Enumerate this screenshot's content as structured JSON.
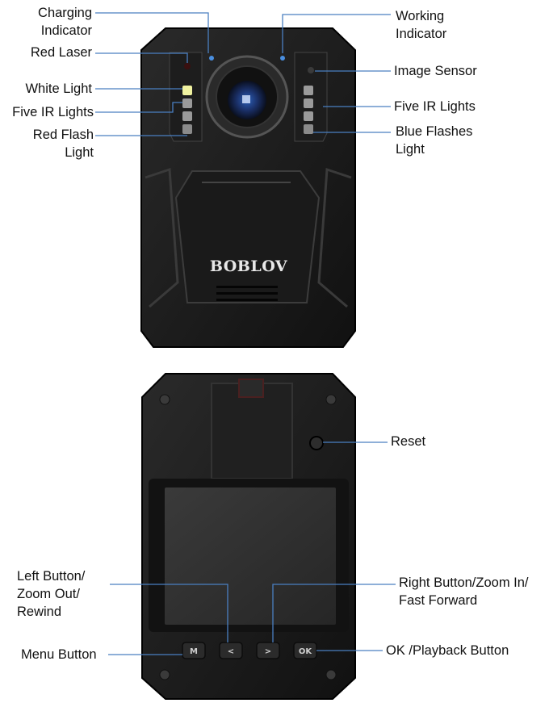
{
  "brand": "BOBLOV",
  "front_labels": {
    "charging_indicator": "Charging\nIndicator",
    "red_laser": "Red Laser",
    "white_light": "White Light",
    "five_ir_lights_left": "Five IR Lights",
    "red_flash_light": "Red Flash\nLight",
    "working_indicator": "Working\nIndicator",
    "image_sensor": "Image Sensor",
    "five_ir_lights_right": "Five IR Lights",
    "blue_flashes_light": "Blue Flashes\nLight"
  },
  "back_labels": {
    "reset": "Reset",
    "left_button": "Left Button/\nZoom Out/\nRewind",
    "right_button": "Right Button/Zoom In/\nFast Forward",
    "menu_button": "Menu Button",
    "ok_button": "OK /Playback Button"
  },
  "buttons": {
    "menu": "M",
    "left": "<",
    "right": ">",
    "ok": "OK"
  }
}
